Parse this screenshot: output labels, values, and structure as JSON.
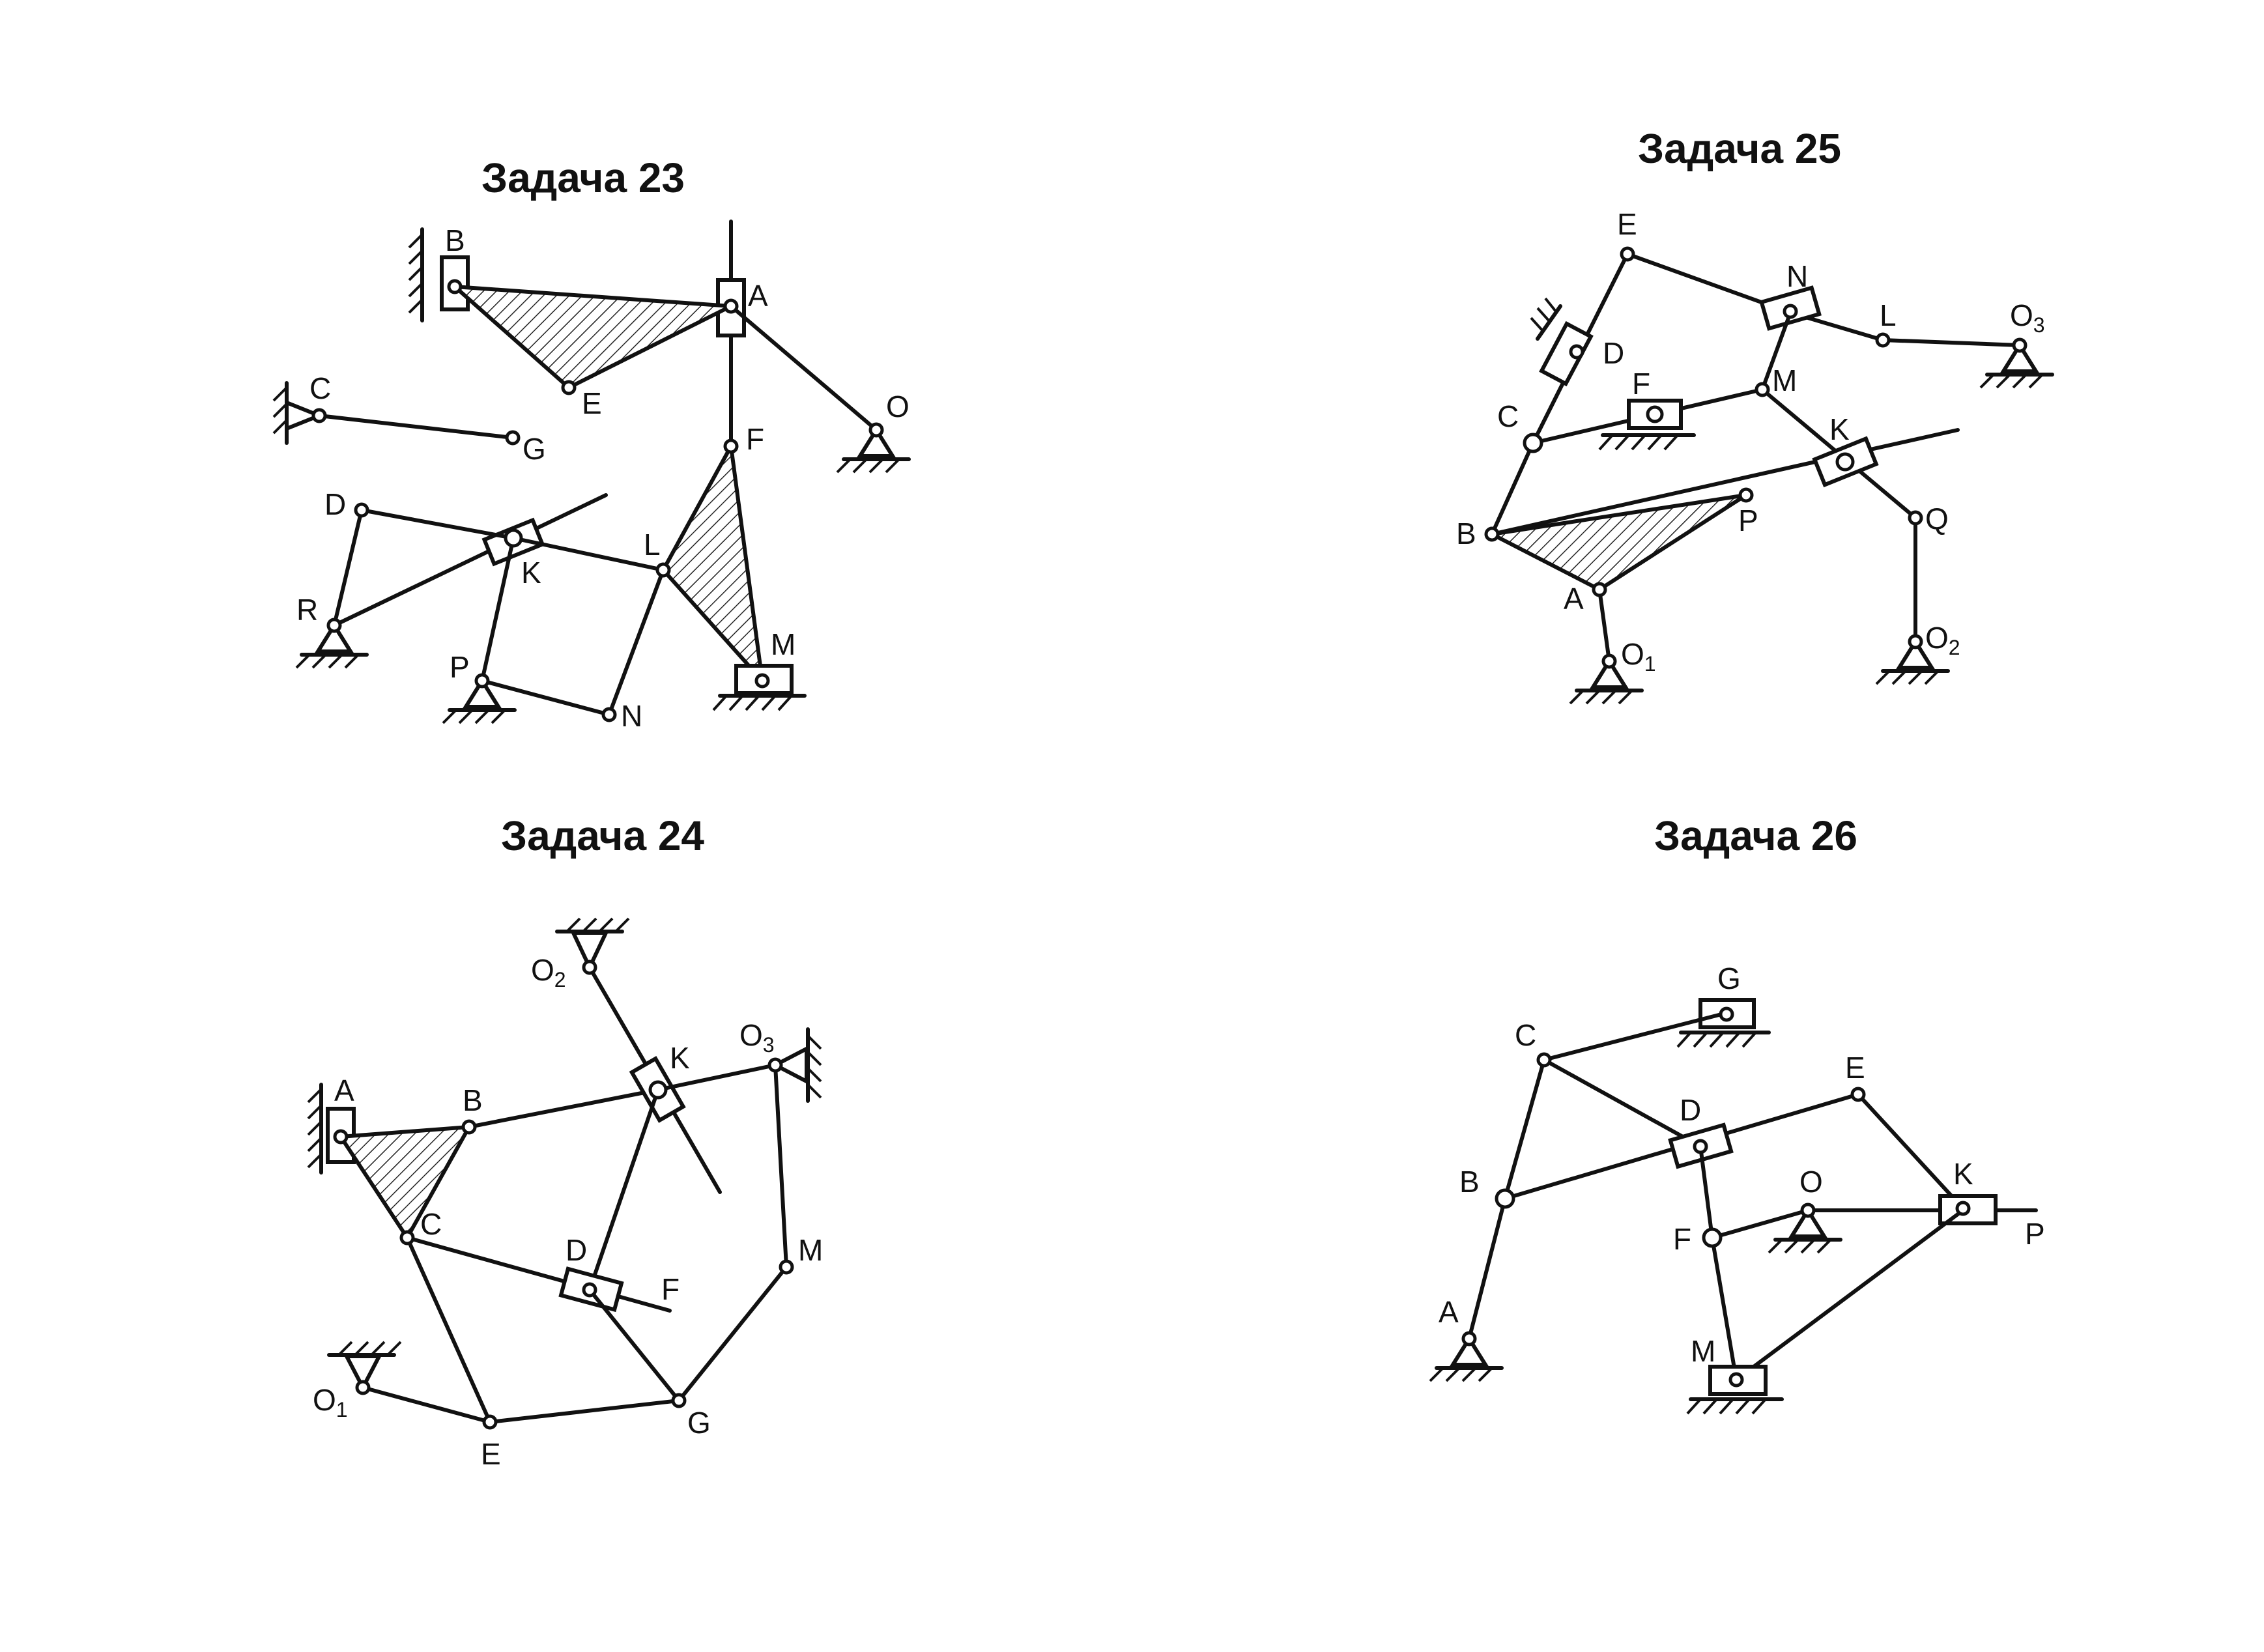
{
  "problems": [
    {
      "title": "Задача 23",
      "points": [
        "A",
        "B",
        "C",
        "D",
        "E",
        "F",
        "G",
        "K",
        "L",
        "M",
        "N",
        "O",
        "P",
        "R"
      ]
    },
    {
      "title": "Задача 24",
      "points": [
        "A",
        "B",
        "C",
        "D",
        "E",
        "F",
        "G",
        "K",
        "M"
      ],
      "subscripted": [
        {
          "base": "O",
          "sub": "1"
        },
        {
          "base": "O",
          "sub": "2"
        },
        {
          "base": "O",
          "sub": "3"
        }
      ]
    },
    {
      "title": "Задача 25",
      "points": [
        "A",
        "B",
        "C",
        "D",
        "E",
        "F",
        "K",
        "L",
        "M",
        "N",
        "P",
        "Q"
      ],
      "subscripted": [
        {
          "base": "O",
          "sub": "1"
        },
        {
          "base": "O",
          "sub": "2"
        },
        {
          "base": "O",
          "sub": "3"
        }
      ]
    },
    {
      "title": "Задача 26",
      "points": [
        "A",
        "B",
        "C",
        "D",
        "E",
        "F",
        "G",
        "K",
        "M",
        "O",
        "P"
      ]
    }
  ]
}
